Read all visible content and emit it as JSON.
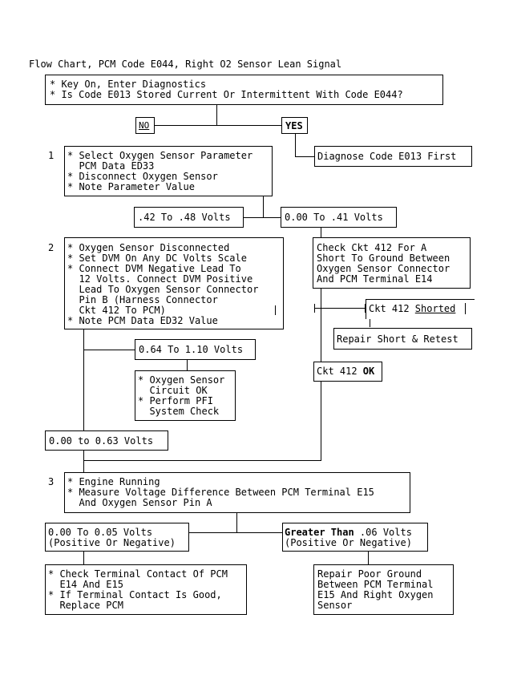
{
  "title": "Flow Chart, PCM Code E044, Right O2 Sensor Lean Signal",
  "start": [
    "* Key On, Enter Diagnostics",
    "* Is Code E013 Stored Current Or Intermittent With Code E044?"
  ],
  "no_label": "NO",
  "yes_label": "YES",
  "diag_e013": "Diagnose Code E013 First",
  "step1": {
    "number": "1",
    "lines": [
      "* Select Oxygen Sensor Parameter",
      "  PCM Data ED33",
      "* Disconnect Oxygen Sensor",
      "* Note Parameter Value"
    ]
  },
  "range_042": ".42 To .48 Volts",
  "range_000_041": "0.00 To .41 Volts",
  "step2": {
    "number": "2",
    "lines": [
      "* Oxygen Sensor Disconnected",
      "* Set DVM On Any DC Volts Scale",
      "* Connect DVM Negative Lead To",
      "  12 Volts. Connect DVM Positive",
      "  Lead To Oxygen Sensor Connector",
      "  Pin B (Harness Connector",
      "  Ckt 412 To PCM)",
      "* Note PCM Data ED32 Value"
    ]
  },
  "check_ckt412": [
    "Check Ckt 412 For A",
    "Short To Ground Between",
    "Oxygen Sensor Connector",
    "And PCM Terminal E14"
  ],
  "ckt412_shorted": {
    "prefix": "Ckt 412 ",
    "emph": "Shorted"
  },
  "repair_short": "Repair Short & Retest",
  "range_064_110": "0.64 To 1.10 Volts",
  "ckt412_ok": {
    "prefix": "Ckt 412 ",
    "emph": "OK"
  },
  "sensor_ok": [
    "* Oxygen Sensor",
    "  Circuit OK",
    "* Perform PFI",
    "  System Check"
  ],
  "range_000_063": "0.00 to 0.63 Volts",
  "step3": {
    "number": "3",
    "lines": [
      "* Engine Running",
      "* Measure Voltage Difference Between PCM Terminal E15",
      "  And Oxygen Sensor Pin A"
    ]
  },
  "range_000_005": [
    "0.00 To 0.05 Volts",
    "(Positive Or Negative)"
  ],
  "greater_than": {
    "emph": "Greater Than",
    "rest": " .06 Volts",
    "line2": "(Positive Or Negative)"
  },
  "check_terminal": [
    "* Check Terminal Contact Of PCM",
    "  E14 And E15",
    "* If Terminal Contact Is Good,",
    "  Replace PCM"
  ],
  "repair_ground": [
    "Repair Poor Ground",
    "Between PCM Terminal",
    "E15 And Right Oxygen",
    "Sensor"
  ]
}
